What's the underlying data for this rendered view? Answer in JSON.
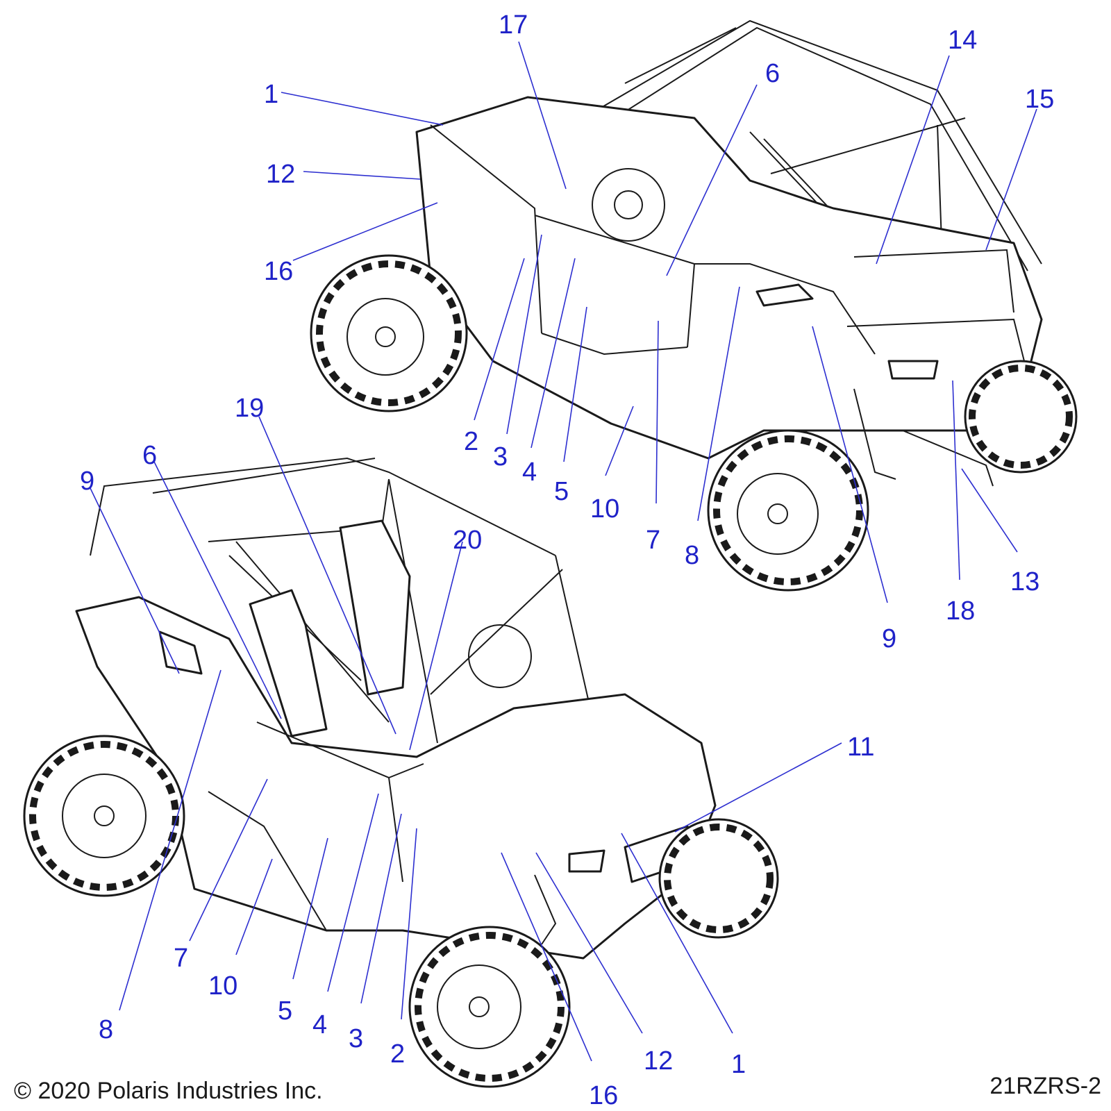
{
  "footer": {
    "copyright": "© 2020 Polaris Industries Inc.",
    "diagram_id": "21RZRS-2"
  },
  "callouts": [
    "1",
    "12",
    "16",
    "17",
    "6",
    "14",
    "15",
    "2",
    "3",
    "4",
    "5",
    "10",
    "7",
    "8",
    "9",
    "13",
    "18",
    "19",
    "20",
    "11"
  ]
}
